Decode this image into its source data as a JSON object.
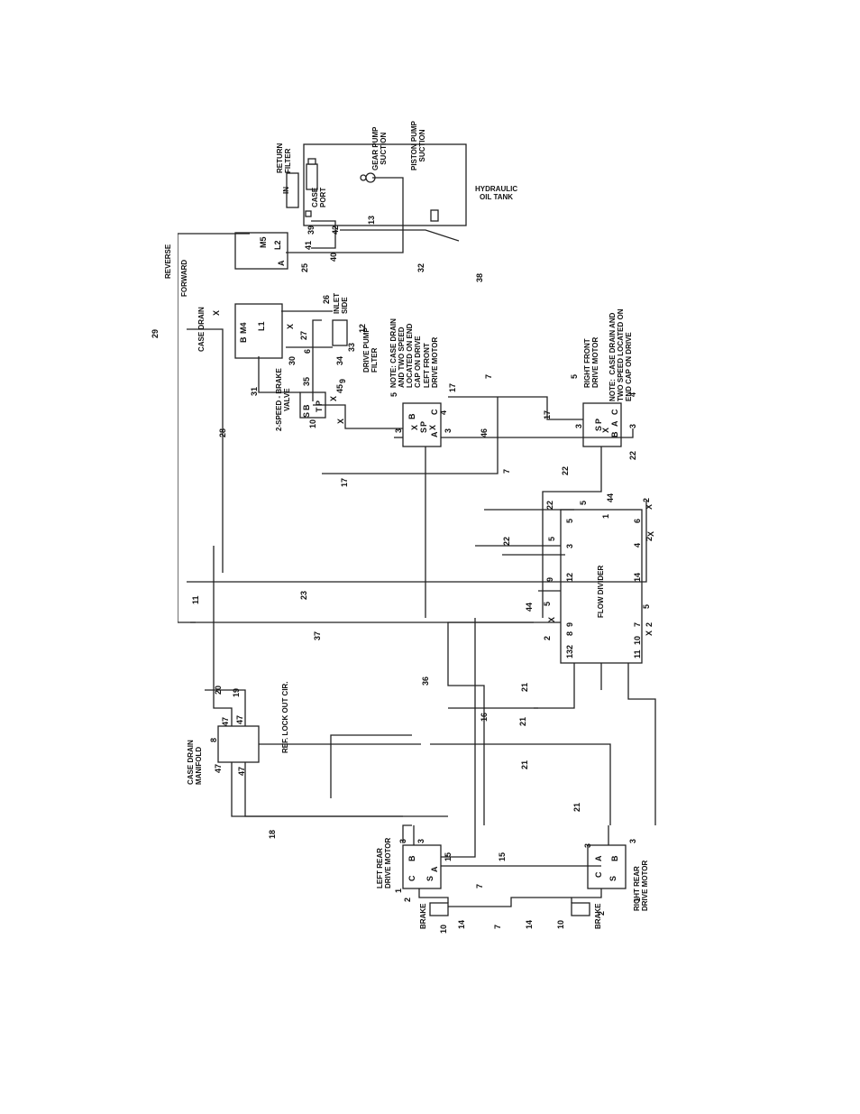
{
  "labels": {
    "hydraulic_oil_tank": "HYDRAULIC\nOIL TANK",
    "return_filter": "RETURN\nFILTER",
    "in": "IN",
    "case_port": "CASE\nPORT",
    "gear_pump_suction": "GEAR PUMP\nSUCTION",
    "piston_pump_suction": "PISTON PUMP\nSUCTION",
    "reverse": "REVERSE",
    "forward": "FORWARD",
    "case_drain": "CASE DRAIN",
    "inlet_side": "INLET\nSIDE",
    "drive_pump_filter": "DRIVE PUMP\nFILTER",
    "two_speed_brake_valve": "2-SPEED - BRAKE\nVALVE",
    "note_left": "NOTE: CASE DRAIN\nAND TWO SPEED\nLOCATED ON END\nCAP ON DRIVE",
    "left_front_drive_motor": "LEFT FRONT\nDRIVE MOTOR",
    "right_front_drive_motor": "RIGHT FRONT\nDRIVE MOTOR",
    "note_right": "NOTE:  CASE DRAIN AND\nTWO SPEED LOCATED ON\nEND CAP ON DRIVE",
    "flow_divider": "FLOW DIVIDER",
    "case_drain_manifold": "CASE DRAIN\nMANIFOLD",
    "ref_lock_out": "REF. LOCK OUT CIR.",
    "left_rear_drive_motor": "LEFT REAR\nDRIVE MOTOR",
    "right_rear_drive_motor": "RIGHT REAR\nDRIVE MOTOR",
    "brake_left": "BRAKE",
    "brake_right": "BRAKE"
  },
  "callouts": {
    "n39": "39",
    "n42": "42",
    "n13": "13",
    "n41": "41",
    "n40": "40",
    "n25": "25",
    "n32": "32",
    "n38": "38",
    "n26": "26",
    "n27": "27",
    "n12": "12",
    "n33": "33",
    "n6": "6",
    "n30": "30",
    "n34": "34",
    "n31": "31",
    "n35": "35",
    "n9": "9",
    "n45": "45",
    "n10a": "10",
    "n29": "29",
    "n28": "28",
    "n17a": "17",
    "n17b": "17",
    "n17c": "17",
    "n5a": "5",
    "n4a": "4",
    "n3a": "3",
    "n3b": "3",
    "n7a": "7",
    "n46": "46",
    "n7b": "7",
    "n5b": "5",
    "n4b": "4",
    "n3c": "3",
    "n3d": "3",
    "n22a": "22",
    "n22b": "22",
    "n22c": "22",
    "n22d": "22",
    "n44a": "44",
    "n5c": "5",
    "n2a": "2",
    "n5d": "5",
    "n9b": "9",
    "n2b": "2",
    "n2c": "2",
    "n44b": "44",
    "n5e": "5",
    "n5f": "5",
    "n2d": "2",
    "n11": "11",
    "n23": "23",
    "n37": "37",
    "n36": "36",
    "n16": "16",
    "n21a": "21",
    "n21b": "21",
    "n21c": "21",
    "n21d": "21",
    "n20": "20",
    "n19": "19",
    "n8": "8",
    "n47a": "47",
    "n47b": "47",
    "n47c": "47",
    "n47d": "47",
    "n18": "18",
    "n3e": "3",
    "n3f": "3",
    "n15a": "15",
    "n15b": "15",
    "n1a": "1",
    "n2e": "2",
    "n7c": "7",
    "n10b": "10",
    "n14a": "14",
    "n7d": "7",
    "n14b": "14",
    "n10c": "10",
    "n3g": "3",
    "n3h": "3",
    "n2f": "2",
    "n1b": "1"
  },
  "ports": {
    "fd_1": "1",
    "fd_2": "2",
    "fd_3": "3",
    "fd_4": "4",
    "fd_5": "5",
    "fd_6": "6",
    "fd_7": "7",
    "fd_8": "8",
    "fd_9": "9",
    "fd_10": "10",
    "fd_11": "11",
    "fd_12": "12",
    "fd_13": "13",
    "fd_14": "14",
    "m4": "M4",
    "b": "B",
    "l1": "L1",
    "m5": "M5",
    "l2": "L2",
    "a": "A",
    "p": "P",
    "t": "T",
    "s": "S",
    "b2": "B",
    "lf_b": "B",
    "lf_a": "A",
    "lf_c": "C",
    "lf_s": "S",
    "lf_p": "P",
    "rf_b": "B",
    "rf_a": "A",
    "rf_c": "C",
    "rf_s": "S",
    "rf_p": "P",
    "lr_b": "B",
    "lr_a": "A",
    "lr_c": "C",
    "lr_s": "S",
    "rr_a": "A",
    "rr_b": "B",
    "rr_c": "C",
    "rr_s": "S",
    "x1": "X",
    "x2": "X",
    "x3": "X",
    "x4": "X",
    "x5": "X",
    "x6": "X",
    "x7": "X",
    "x8": "X",
    "x9": "X",
    "x10": "X",
    "x11": "X"
  }
}
